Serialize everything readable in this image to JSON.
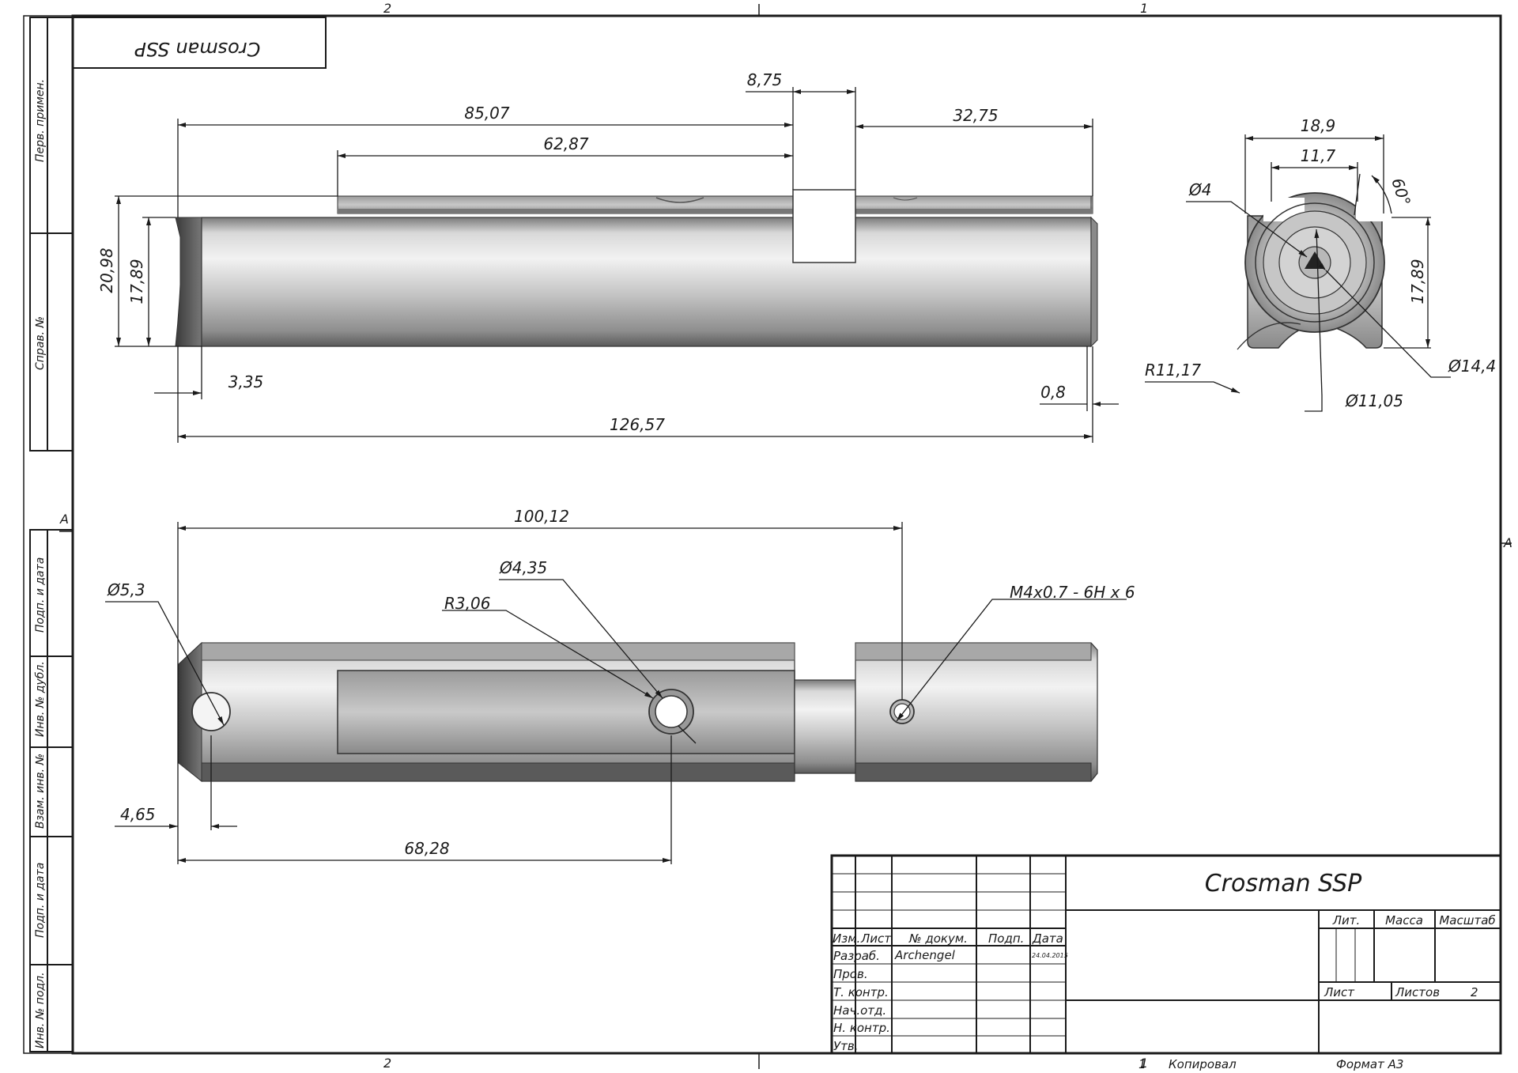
{
  "title_block": {
    "drawing_name": "Crosman SSP",
    "mirrored_label": "Crosman SSP",
    "col_izm": "Изм.",
    "col_list": "Лист",
    "col_doc": "№ докум.",
    "col_sign": "Подп.",
    "col_date": "Дата",
    "row_razrab": "Разраб.",
    "row_prov": "Пров.",
    "row_tkontr": "Т. контр.",
    "row_nachotd": "Нач.отд.",
    "row_nkontr": "Н. контр.",
    "row_utv": "Утв.",
    "author": "Archengel",
    "date": "24.04.2015",
    "lit": "Лит.",
    "massa": "Масса",
    "masshtab": "Масштаб",
    "sheet_label": "Лист",
    "sheets_label": "Листов",
    "sheets_count": "2",
    "copied": "Копировал",
    "format": "Формат A3",
    "copied_num": "1"
  },
  "side_strip": {
    "perv_primen": "Перв. примен.",
    "sprav_no": "Справ. №",
    "podp_data_1": "Подп. и дата",
    "inv_dubl": "Инв. № дубл.",
    "vzam_inv": "Взам. инв. №",
    "podp_data_2": "Подп. и дата",
    "inv_podl": "Инв. № подл."
  },
  "zones": {
    "top_2": "2",
    "top_1": "1",
    "bottom_2": "2",
    "bottom_1": "1",
    "left_a": "A",
    "right_a": "A"
  },
  "dims_top": {
    "d_85_07": "85,07",
    "d_62_87": "62,87",
    "d_8_75": "8,75",
    "d_32_75": "32,75",
    "d_20_98": "20,98",
    "d_17_89": "17,89",
    "d_3_35": "3,35",
    "d_0_8": "0,8",
    "d_126_57": "126,57"
  },
  "dims_side": {
    "d_18_9": "18,9",
    "d_11_7": "11,7",
    "d_60": "60°",
    "d_phi4": "Ø4",
    "d_17_89": "17,89",
    "d_r11_17": "R11,17",
    "d_phi14_4": "Ø14,4",
    "d_phi11_05": "Ø11,05"
  },
  "dims_bottom": {
    "d_100_12": "100,12",
    "d_phi5_3": "Ø5,3",
    "d_phi4_35": "Ø4,35",
    "d_r3_06": "R3,06",
    "d_thread": "M4x0.7 - 6H x 6",
    "d_4_65": "4,65",
    "d_68_28": "68,28"
  }
}
